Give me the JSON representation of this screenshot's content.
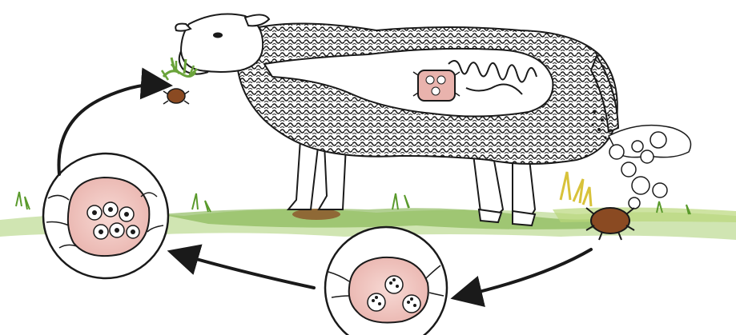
{
  "diagram": {
    "stages": [
      {
        "id": "sheep",
        "description_icon": "grazing-sheep-host"
      },
      {
        "id": "gut",
        "description_icon": "intestine-with-tapeworm"
      },
      {
        "id": "feces",
        "description_icon": "eggs-in-feces"
      },
      {
        "id": "mite-in-soil",
        "description_icon": "oribatid-mite"
      },
      {
        "id": "mite-eggs",
        "description_icon": "mite-with-oncospheres"
      },
      {
        "id": "mite-cysticercoids",
        "description_icon": "mite-with-cysticercoids"
      },
      {
        "id": "mite-on-grass",
        "description_icon": "mite-ingested-with-grass"
      }
    ],
    "colors": {
      "ink": "#1a1a1a",
      "grass": "#7fb04a",
      "grass_light": "#b9d77a",
      "soil": "#8a4a22",
      "mite_body": "#f2c9c4",
      "mite_shell": "#a0522d",
      "fleece_bg": "#ffffff"
    }
  }
}
